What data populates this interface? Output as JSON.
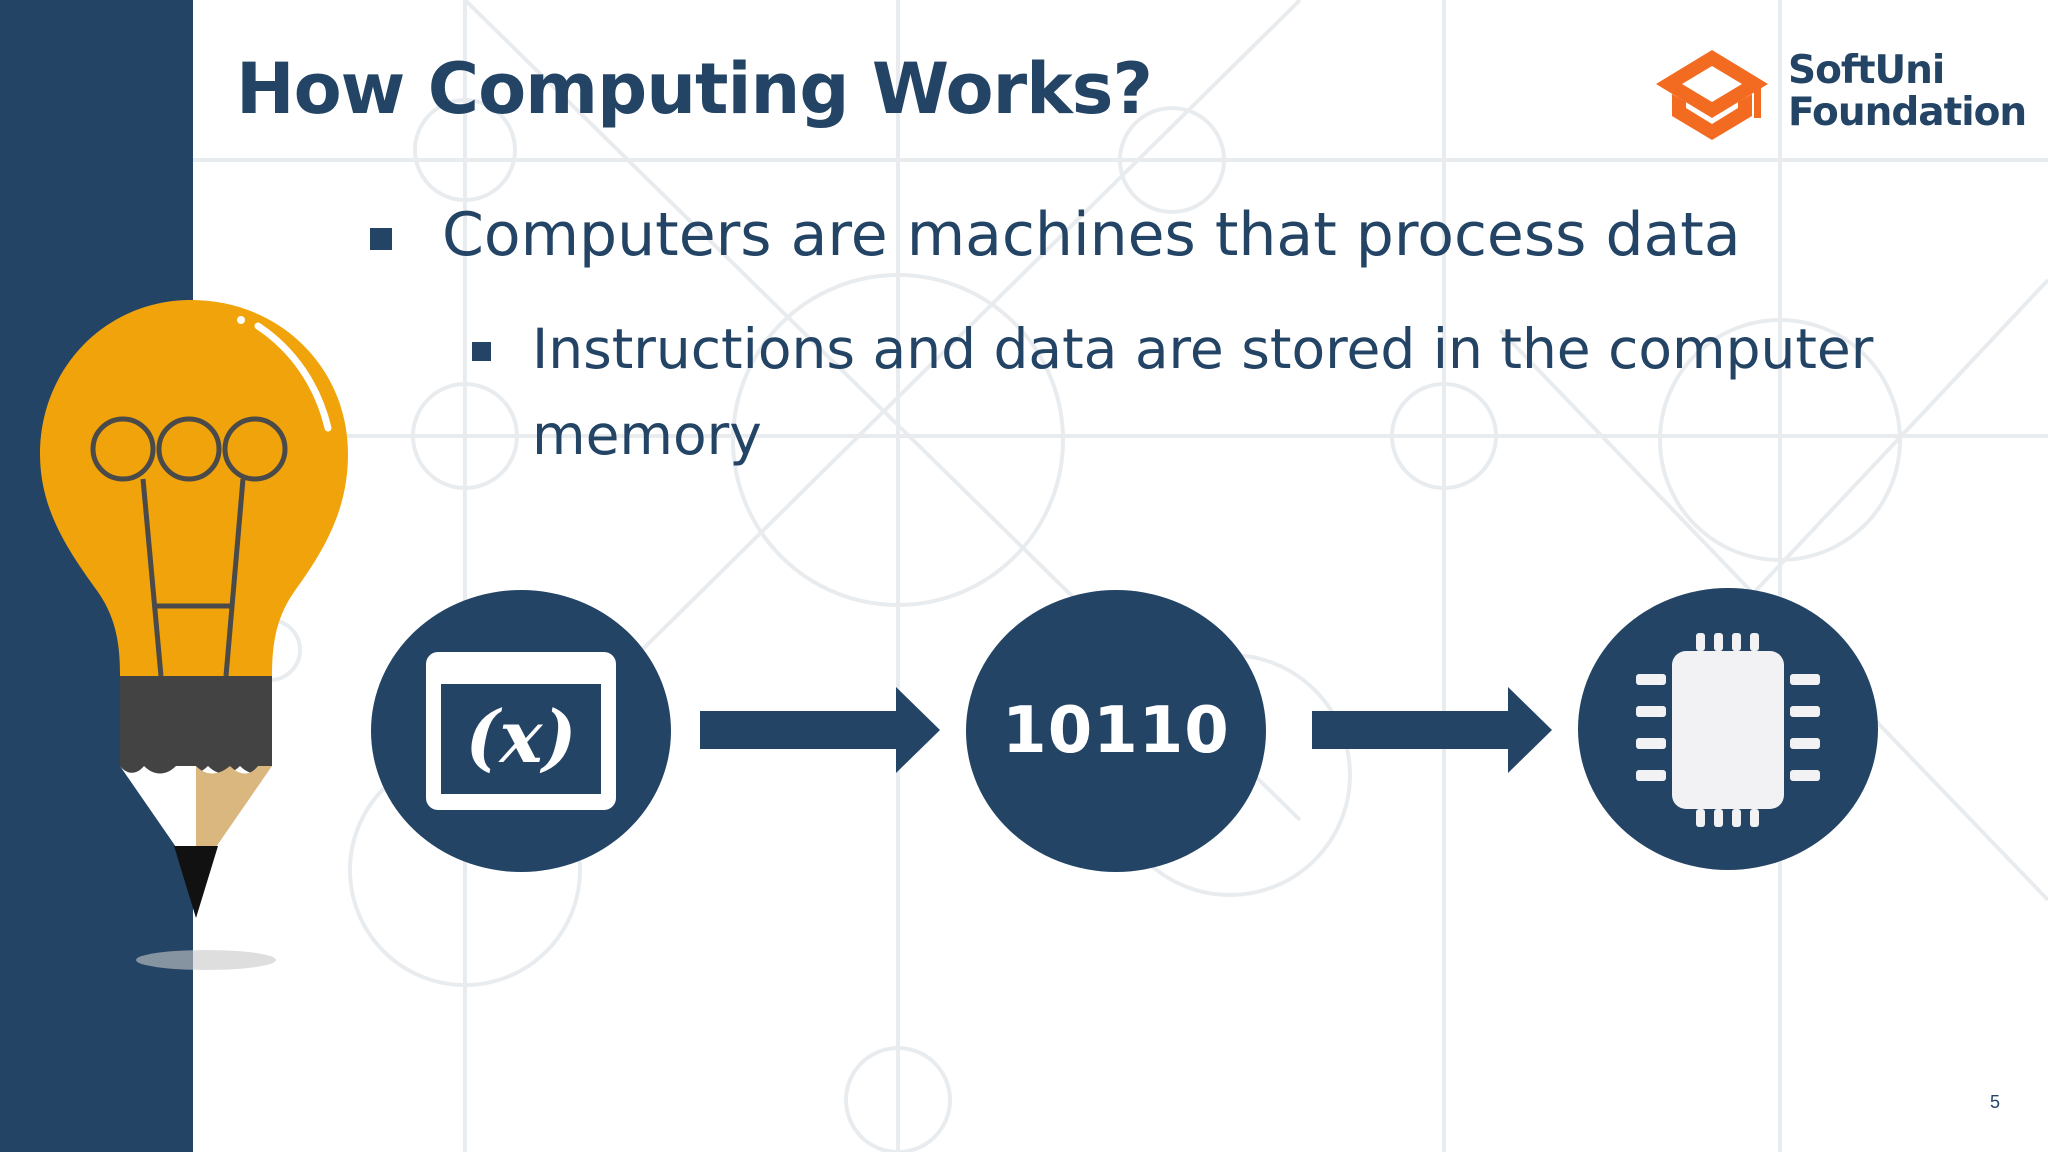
{
  "slide": {
    "title": "How Computing Works?",
    "bullets": [
      {
        "level": 1,
        "text": "Computers are machines that process data"
      },
      {
        "level": 2,
        "text": "Instructions and data are stored in the computer memory"
      }
    ],
    "flow": [
      {
        "icon": "variable-x-icon",
        "label": "(x)"
      },
      {
        "icon": "arrow-right-icon"
      },
      {
        "label": "10110"
      },
      {
        "icon": "arrow-right-icon"
      },
      {
        "icon": "cpu-chip-icon"
      }
    ],
    "page_number": "5"
  },
  "logo": {
    "line1": "SoftUni",
    "line2": "Foundation"
  },
  "colors": {
    "primary": "#234465",
    "accent_orange": "#F0A30A",
    "logo_orange": "#F26B21",
    "pencil_dark": "#434343",
    "pencil_wood": "#D9B77E"
  }
}
